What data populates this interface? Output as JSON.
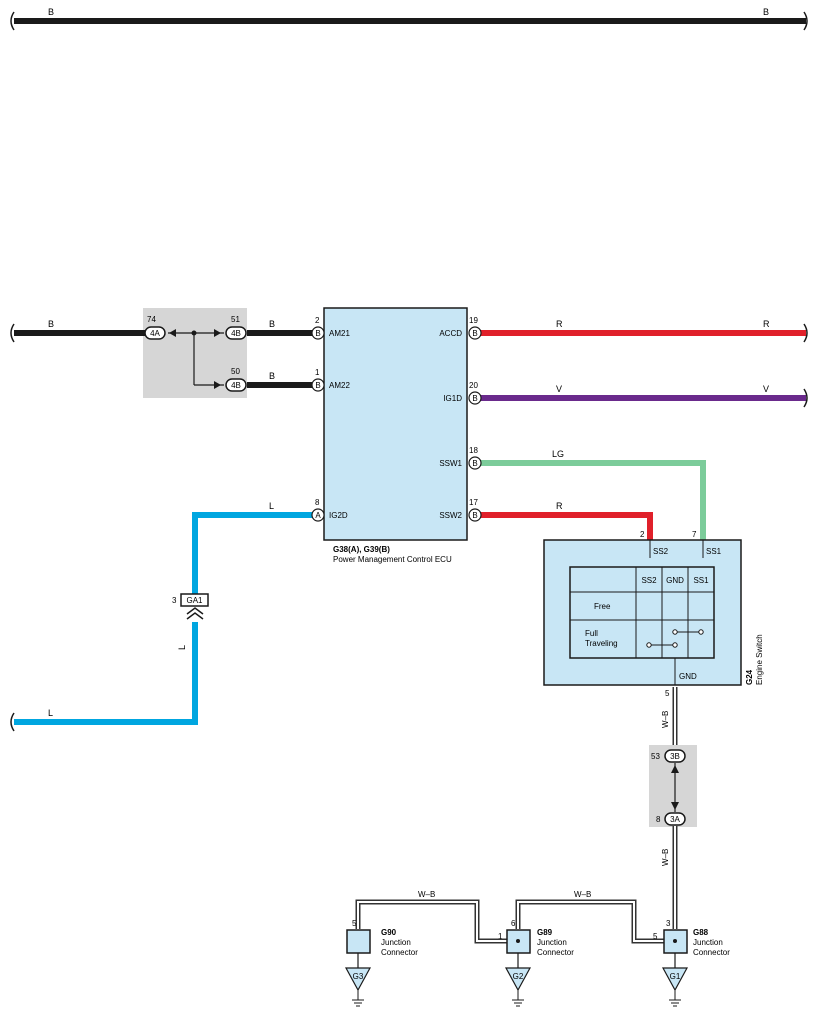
{
  "colors": {
    "black_wire": "#1a1a1a",
    "red_wire": "#e0202a",
    "violet_wire": "#6a2a8c",
    "lightgreen_wire": "#7ccc9a",
    "blue_wire": "#00a6e0",
    "component_fill": "#c8e6f5",
    "junction_shade": "#d6d6d6",
    "white_black_wire": "#333333"
  },
  "wires": {
    "top_b_left": "B",
    "top_b_right": "B",
    "am21_in": "B",
    "am21_mid": "B",
    "am22_mid": "B",
    "accd_left": "R",
    "accd_right": "R",
    "ig1d_left": "V",
    "ig1d_right": "V",
    "ssw1": "LG",
    "ssw2": "R",
    "ig2d_top": "L",
    "ig2d_vert": "L",
    "ig2d_bottom": "L",
    "gnd_upper": "W–B",
    "gnd_lower": "W–B",
    "g90_g89": "W–B",
    "g89_g88": "W–B"
  },
  "junction_top": {
    "pin_74": "74",
    "conn_4a": "4A",
    "pin_51": "51",
    "conn_4b_1": "4B",
    "pin_50": "50",
    "conn_4b_2": "4B"
  },
  "ecu": {
    "code": "G38(A), G39(B)",
    "name": "Power Management Control ECU",
    "pins_left": [
      {
        "num": "2",
        "conn": "B",
        "label": "AM21"
      },
      {
        "num": "1",
        "conn": "B",
        "label": "AM22"
      },
      {
        "num": "8",
        "conn": "A",
        "label": "IG2D"
      }
    ],
    "pins_right": [
      {
        "num": "19",
        "conn": "B",
        "label": "ACCD"
      },
      {
        "num": "20",
        "conn": "B",
        "label": "IG1D"
      },
      {
        "num": "18",
        "conn": "B",
        "label": "SSW1"
      },
      {
        "num": "17",
        "conn": "B",
        "label": "SSW2"
      }
    ]
  },
  "ga1": {
    "pin": "3",
    "label": "GA1"
  },
  "engine_switch": {
    "code": "G24",
    "name": "Engine Switch",
    "pin_ss2": "2",
    "pin_ss1": "7",
    "label_ss2": "SS2",
    "label_ss1": "SS1",
    "pin_gnd": "5",
    "label_gnd": "GND",
    "table_headers": [
      "SS2",
      "GND",
      "SS1"
    ],
    "row_free": "Free",
    "row_full_1": "Full",
    "row_full_2": "Traveling"
  },
  "junction_bottom": {
    "pin_53": "53",
    "conn_3b": "3B",
    "pin_8": "8",
    "conn_3a": "3A"
  },
  "junction_connectors": [
    {
      "code": "G90",
      "line1": "Junction",
      "line2": "Connector",
      "pin": "5",
      "ground": "G3"
    },
    {
      "code": "G89",
      "line1": "Junction",
      "line2": "Connector",
      "pin_top": "6",
      "pin_left": "1",
      "ground": "G2"
    },
    {
      "code": "G88",
      "line1": "Junction",
      "line2": "Connector",
      "pin_top": "3",
      "pin_left": "5",
      "ground": "G1"
    }
  ]
}
